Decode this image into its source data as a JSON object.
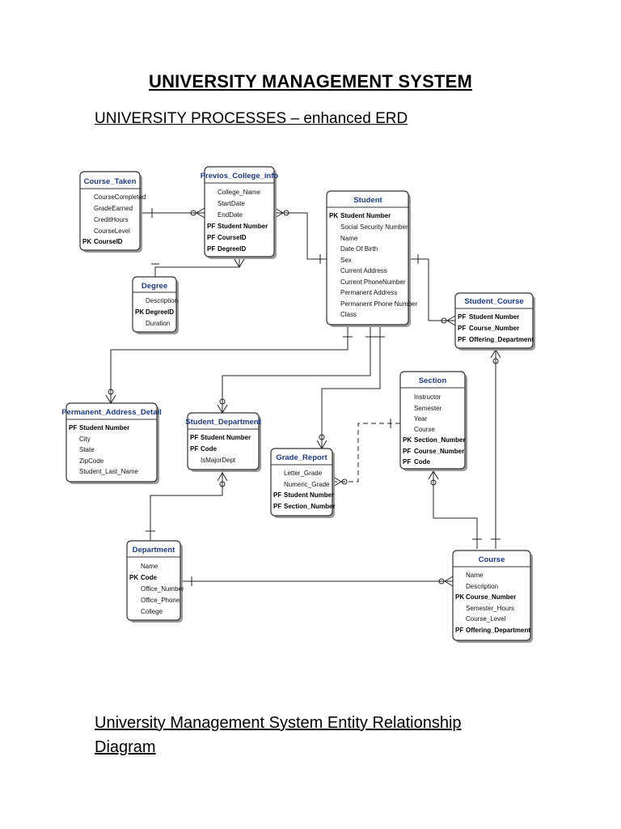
{
  "document": {
    "title": "UNIVERSITY MANAGEMENT SYSTEM",
    "subtitle": "UNIVERSITY PROCESSES – enhanced ERD",
    "caption": "University Management System Entity Relationship Diagram"
  },
  "entities": {
    "course_taken": {
      "name": "Course_Taken",
      "attributes": [
        {
          "tag": "",
          "name": "CourseCompleted"
        },
        {
          "tag": "",
          "name": "GradeEarned"
        },
        {
          "tag": "",
          "name": "CreditHours"
        },
        {
          "tag": "",
          "name": "CourseLevel"
        },
        {
          "tag": "PK",
          "name": "CourseID"
        }
      ]
    },
    "previos_college_info": {
      "name": "Previos_College_info",
      "attributes": [
        {
          "tag": "",
          "name": "College_Name"
        },
        {
          "tag": "",
          "name": "StartDate"
        },
        {
          "tag": "",
          "name": "EndDate"
        },
        {
          "tag": "PF",
          "name": "Student Number"
        },
        {
          "tag": "PF",
          "name": "CourseID"
        },
        {
          "tag": "PF",
          "name": "DegreeID"
        }
      ]
    },
    "student": {
      "name": "Student",
      "attributes": [
        {
          "tag": "PK",
          "name": "Student Number"
        },
        {
          "tag": "",
          "name": "Social Security Number"
        },
        {
          "tag": "",
          "name": "Name"
        },
        {
          "tag": "",
          "name": "Date Of Birth"
        },
        {
          "tag": "",
          "name": "Sex"
        },
        {
          "tag": "",
          "name": "Current Address"
        },
        {
          "tag": "",
          "name": "Current PhoneNumber"
        },
        {
          "tag": "",
          "name": "Permanent Address"
        },
        {
          "tag": "",
          "name": "Permanent Phone Number"
        },
        {
          "tag": "",
          "name": "Class"
        }
      ]
    },
    "degree": {
      "name": "Degree",
      "attributes": [
        {
          "tag": "",
          "name": "Description"
        },
        {
          "tag": "PK",
          "name": "DegreeID"
        },
        {
          "tag": "",
          "name": "Duration"
        }
      ]
    },
    "student_course": {
      "name": "Student_Course",
      "attributes": [
        {
          "tag": "PF",
          "name": "Student Number"
        },
        {
          "tag": "PF",
          "name": "Course_Number"
        },
        {
          "tag": "PF",
          "name": "Offering_Department"
        }
      ]
    },
    "section": {
      "name": "Section",
      "attributes": [
        {
          "tag": "",
          "name": "Instructor"
        },
        {
          "tag": "",
          "name": "Semester"
        },
        {
          "tag": "",
          "name": "Year"
        },
        {
          "tag": "",
          "name": "Course"
        },
        {
          "tag": "PK",
          "name": "Section_Number"
        },
        {
          "tag": "PF",
          "name": "Course_Number"
        },
        {
          "tag": "PF",
          "name": "Code"
        }
      ]
    },
    "permanent_address_detail": {
      "name": "Permanent_Address_Detail",
      "attributes": [
        {
          "tag": "PF",
          "name": "Student Number"
        },
        {
          "tag": "",
          "name": "City"
        },
        {
          "tag": "",
          "name": "State"
        },
        {
          "tag": "",
          "name": "ZipCode"
        },
        {
          "tag": "",
          "name": "Student_Last_Name"
        }
      ]
    },
    "student_department": {
      "name": "Student_Department",
      "attributes": [
        {
          "tag": "PF",
          "name": "Student Number"
        },
        {
          "tag": "PF",
          "name": "Code"
        },
        {
          "tag": "",
          "name": "IsMajorDept"
        }
      ]
    },
    "grade_report": {
      "name": "Grade_Report",
      "attributes": [
        {
          "tag": "",
          "name": "Letter_Grade"
        },
        {
          "tag": "",
          "name": "Numeric_Grade"
        },
        {
          "tag": "PF",
          "name": "Student Number"
        },
        {
          "tag": "PF",
          "name": "Section_Number"
        }
      ]
    },
    "department": {
      "name": "Department",
      "attributes": [
        {
          "tag": "",
          "name": "Name"
        },
        {
          "tag": "PK",
          "name": "Code"
        },
        {
          "tag": "",
          "name": "Office_Number"
        },
        {
          "tag": "",
          "name": "Office_Phone"
        },
        {
          "tag": "",
          "name": "College"
        }
      ]
    },
    "course": {
      "name": "Course",
      "attributes": [
        {
          "tag": "",
          "name": "Name"
        },
        {
          "tag": "",
          "name": "Description"
        },
        {
          "tag": "PK",
          "name": "Course_Number"
        },
        {
          "tag": "",
          "name": "Semester_Hours"
        },
        {
          "tag": "",
          "name": "Course_Level"
        },
        {
          "tag": "PF",
          "name": "Offering_Department"
        }
      ]
    }
  }
}
